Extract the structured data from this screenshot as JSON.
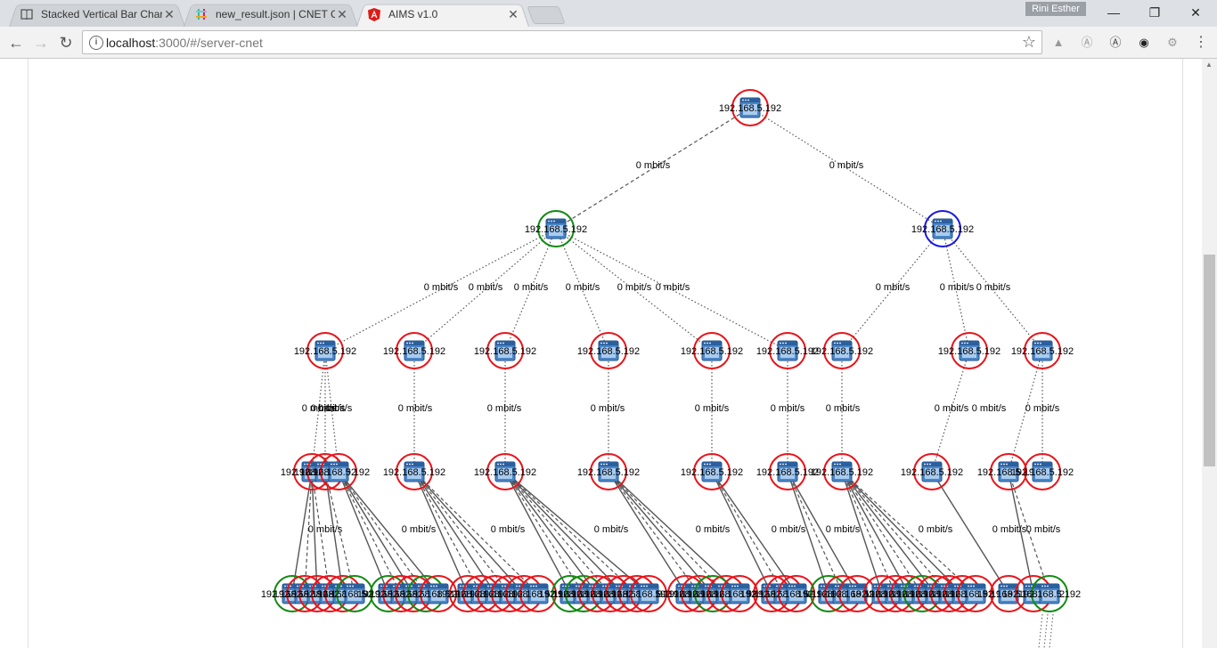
{
  "tabs": [
    {
      "title": "Stacked Vertical Bar Char",
      "icon": "book-icon",
      "active": false
    },
    {
      "title": "new_result.json | CNET G",
      "icon": "slack-icon",
      "active": false
    },
    {
      "title": "AIMS v1.0",
      "icon": "angular-icon",
      "active": true
    }
  ],
  "profile_name": "Rini Esther",
  "address": {
    "host": "localhost",
    "path": ":3000/#/server-cnet"
  },
  "graph": {
    "edge_label": "0 mbit/s",
    "node_label": "192.168.5.192",
    "colors": {
      "red": "#e8141a",
      "green": "#128a12",
      "blue": "#1a1ae0",
      "edge": "#555555"
    }
  }
}
